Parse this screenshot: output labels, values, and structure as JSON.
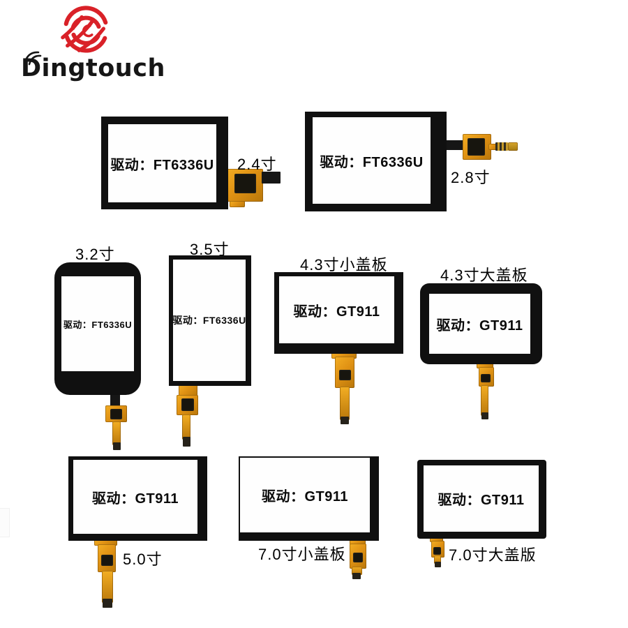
{
  "brand": {
    "name": "Dingtouch"
  },
  "colors": {
    "logo_red": "#d92128",
    "panel_black": "#101010",
    "fpc_gold": "#e09214",
    "fpc_gold_dark": "#b9770a",
    "chip_black": "#17150e"
  },
  "panels": [
    {
      "size_label": "2.4寸",
      "driver_label": "驱动：FT6336U"
    },
    {
      "size_label": "2.8寸",
      "driver_label": "驱动：FT6336U"
    },
    {
      "size_label": "3.2寸",
      "driver_label": "驱动：FT6336U"
    },
    {
      "size_label": "3.5寸",
      "driver_label": "驱动：FT6336U"
    },
    {
      "size_label": "4.3寸小盖板",
      "driver_label": "驱动：GT911"
    },
    {
      "size_label": "4.3寸大盖板",
      "driver_label": "驱动：GT911"
    },
    {
      "size_label": "5.0寸",
      "driver_label": "驱动：GT911"
    },
    {
      "size_label": "7.0寸小盖板",
      "driver_label": "驱动：GT911"
    },
    {
      "size_label": "7.0寸大盖版",
      "driver_label": "驱动：GT911"
    }
  ]
}
